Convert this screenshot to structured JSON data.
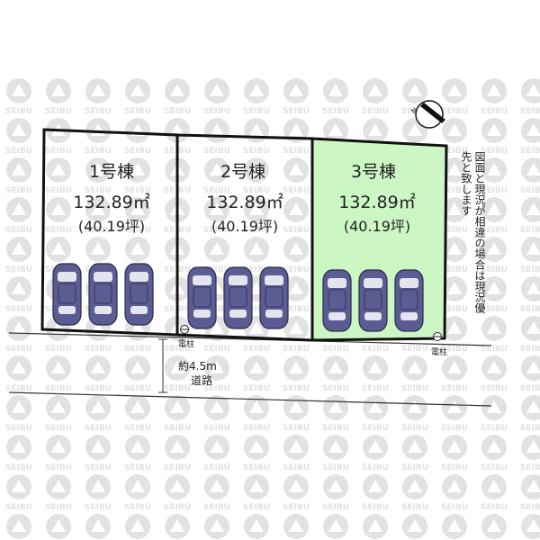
{
  "watermark": {
    "text": "SEIBU",
    "color": "#e2e2e2"
  },
  "lots": [
    {
      "name": "1号棟",
      "area": "132.89㎡",
      "tsubo": "(40.19坪)",
      "fill": "#ffffff",
      "cars": 3
    },
    {
      "name": "2号棟",
      "area": "132.89㎡",
      "tsubo": "(40.19坪)",
      "fill": "#ffffff",
      "cars": 3
    },
    {
      "name": "3号棟",
      "area": "132.89㎡",
      "tsubo": "(40.19坪)",
      "fill": "#ccf7c4",
      "cars": 3
    }
  ],
  "poles": [
    {
      "label": "電柱"
    },
    {
      "label": "電柱"
    }
  ],
  "road": {
    "width": "約4.5m",
    "label": "道路"
  },
  "compass": {
    "label": "N"
  },
  "note": "図面と現況が相違の場合は現況優先と致します",
  "colors": {
    "car_body": "#5b5c94",
    "car_window": "#e4e4ee",
    "outline": "#111111"
  }
}
